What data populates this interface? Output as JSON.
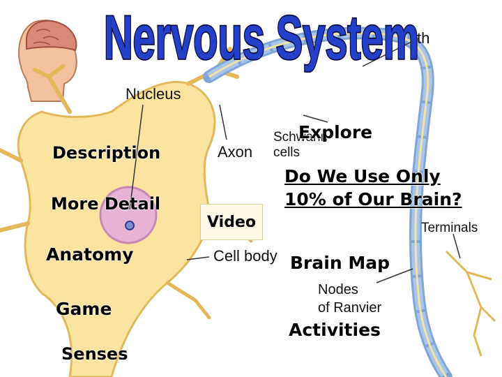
{
  "slide": {
    "title": "Nervous System"
  },
  "diagram": {
    "labels": {
      "nucleus": "Nucleus",
      "axon": "Axon",
      "schwann_line1": "Schwann",
      "schwann_line2": "cells",
      "cell_body": "Cell body",
      "terminals": "Terminals",
      "nodes_line1": "Nodes",
      "nodes_line2": "of Ranvier",
      "myelin_fragment": "th"
    }
  },
  "links": {
    "description": "Description",
    "more_detail": "More Detail",
    "anatomy": "Anatomy",
    "game": "Game",
    "senses": "Senses",
    "video": "Video",
    "explore": "Explore",
    "brain_10_line1": "Do We Use Only",
    "brain_10_line2": "10% of Our Brain?",
    "brain_map": "Brain Map",
    "activities": "Activities"
  },
  "colors": {
    "title_fill": "#2440c8",
    "title_outline": "#0a0a40",
    "cell_body": "#fbe3a0",
    "cell_edge": "#e2b85a",
    "nucleus_fill": "#e7b3d4",
    "myelin": "#a9c6e8",
    "skin": "#f3c1a0",
    "brain": "#d88a78"
  }
}
